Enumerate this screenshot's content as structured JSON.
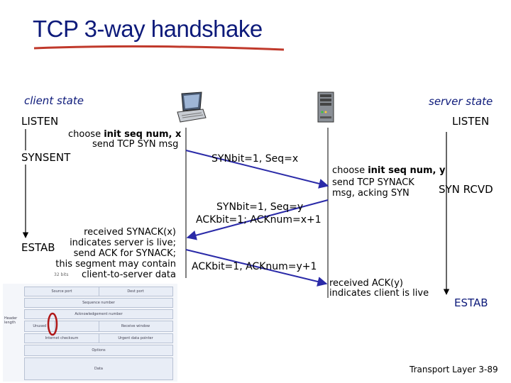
{
  "title": "TCP 3-way handshake",
  "client": {
    "heading": "client state",
    "listen": "LISTEN",
    "synsent": "SYNSENT",
    "estab": "ESTAB",
    "note1_line1_prefix": "choose ",
    "note1_line1_bold": "init seq num, x",
    "note1_line2": "send TCP SYN msg",
    "note2_lines": [
      "received SYNACK(x)",
      "indicates server is live;",
      "send ACK for SYNACK;",
      "this segment may contain",
      "client-to-server data"
    ]
  },
  "server": {
    "heading": "server state",
    "listen": "LISTEN",
    "synrcvd": "SYN RCVD",
    "estab": "ESTAB",
    "note1_line1_prefix": "choose ",
    "note1_line1_bold": "init seq num, y",
    "note1_line2": "send TCP SYNACK",
    "note1_line3": "msg, acking SYN",
    "note2_line1": "received ACK(y)",
    "note2_line2": "indicates client is live"
  },
  "messages": {
    "syn": "SYNbit=1, Seq=x",
    "synack_line1": "SYNbit=1, Seq=y",
    "synack_line2": "ACKbit=1; ACKnum=x+1",
    "ack": "ACKbit=1, ACKnum=y+1"
  },
  "header_fragment": {
    "row1": [
      "Source port",
      "Dest port"
    ],
    "row2": "Sequence number",
    "row3": "Acknowledgement number",
    "row4_left": "Unused",
    "row4_right": "Receive window",
    "row5_left": "Internet checksum",
    "row5_right": "Urgent data pointer",
    "row6": "Options",
    "row7": "Data",
    "side_label": "Header length",
    "bits_label": "32 bits"
  },
  "footer": "Transport Layer 3-89",
  "colors": {
    "title": "#0d1a7a",
    "underline": "#c0392b",
    "arrow": "#2a2aa8",
    "highlight": "#b01818"
  },
  "icons": {
    "client": "laptop-icon",
    "server": "server-tower-icon"
  }
}
